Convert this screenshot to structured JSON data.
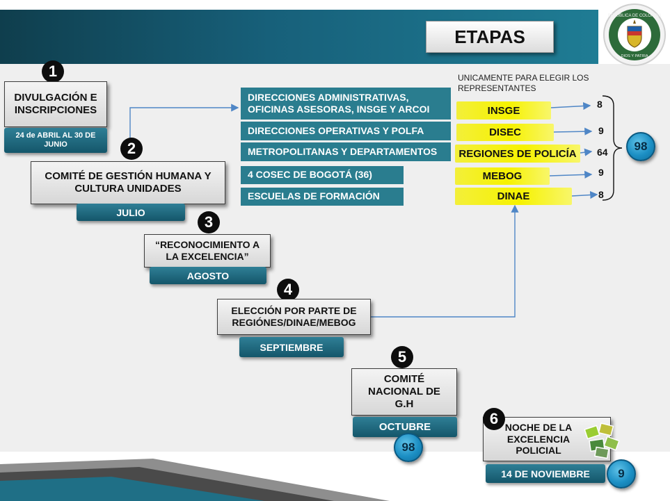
{
  "header": {
    "title": "ETAPAS"
  },
  "colors": {
    "teal": "#1d6e80",
    "yellow": "#f6f200",
    "badge": "#1c8fc4"
  },
  "representatives_note": "UNICAMENTE PARA ELEGIR LOS REPRESENTANTES",
  "stages": [
    {
      "number": "1",
      "title": "DIVULGACIÓN E INSCRIPCIONES",
      "date": "24 de ABRIL AL 30 DE JUNIO"
    },
    {
      "number": "2",
      "title": "COMITÉ DE GESTIÓN HUMANA Y CULTURA UNIDADES",
      "date": "JULIO"
    },
    {
      "number": "3",
      "title": "“RECONOCIMIENTO A LA EXCELENCIA”",
      "date": "AGOSTO"
    },
    {
      "number": "4",
      "title": "ELECCIÓN POR PARTE DE REGIÓNES/DINAE/MEBOG",
      "date": "SEPTIEMBRE"
    },
    {
      "number": "5",
      "title": "COMITÉ NACIONAL DE G.H",
      "date": "OCTUBRE",
      "badge": "98"
    },
    {
      "number": "6",
      "title": "NOCHE DE LA EXCELENCIA POLICIAL",
      "date": "14 DE NOVIEMBRE",
      "badge": "9"
    }
  ],
  "directions": [
    "DIRECCIONES ADMINISTRATIVAS, OFICINAS ASESORAS, INSGE Y ARCOI",
    "DIRECCIONES OPERATIVAS Y POLFA",
    "METROPOLITANAS Y DEPARTAMENTOS",
    "4 COSEC DE BOGOTÁ (36)",
    "ESCUELAS DE FORMACIÓN"
  ],
  "representatives": [
    {
      "label": "INSGE",
      "count": "8"
    },
    {
      "label": "DISEC",
      "count": "9"
    },
    {
      "label": "REGIONES DE POLICÍA",
      "count": "64"
    },
    {
      "label": "MEBOG",
      "count": "9"
    },
    {
      "label": "DINAE",
      "count": "8"
    }
  ],
  "total": "98"
}
